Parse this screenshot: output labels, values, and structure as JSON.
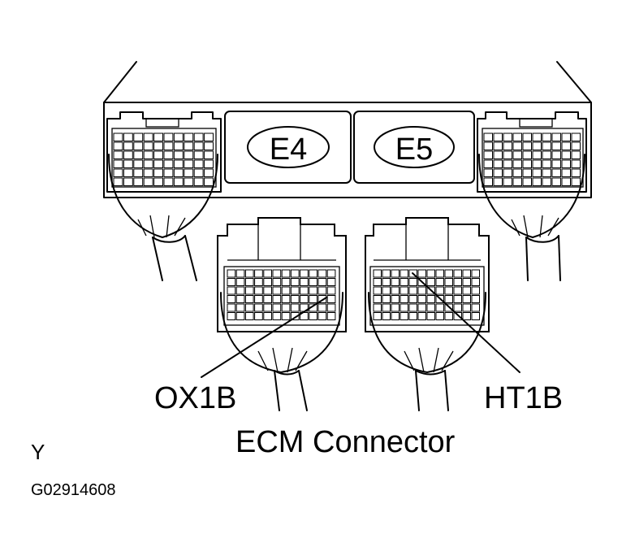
{
  "connectors": {
    "e4": "E4",
    "e5": "E5",
    "ox1b": "OX1B",
    "ht1b": "HT1B"
  },
  "caption": "ECM Connector",
  "view_letter": "Y",
  "figure_code": "G02914608"
}
